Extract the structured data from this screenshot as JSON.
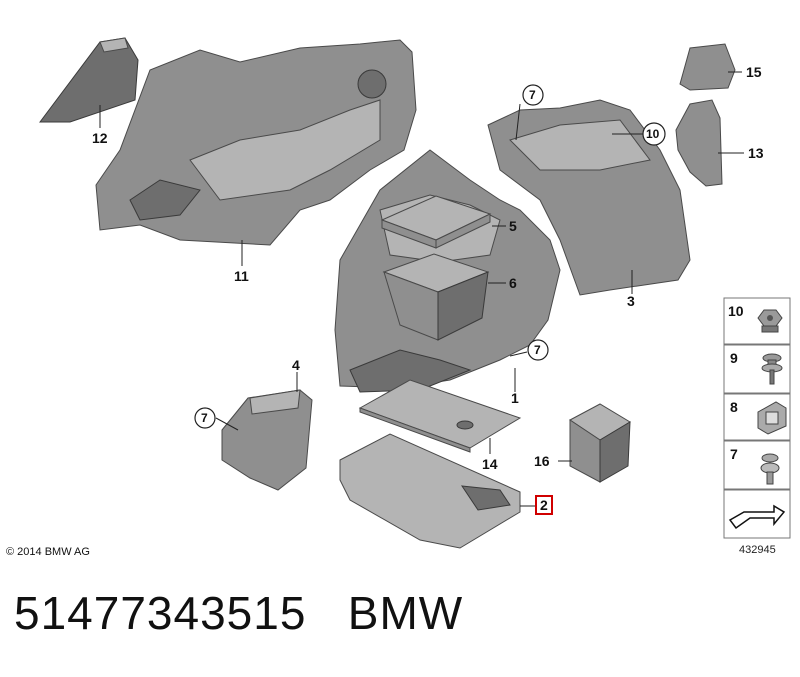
{
  "callouts": {
    "p1": "1",
    "p2": "2",
    "p3": "3",
    "p4": "4",
    "p5": "5",
    "p6": "6",
    "p11": "11",
    "p12": "12",
    "p13": "13",
    "p14": "14",
    "p15": "15",
    "p16": "16",
    "c7a": "7",
    "c7b": "7",
    "c7c": "7",
    "c10": "10"
  },
  "sidebar": {
    "items": [
      {
        "label": "10",
        "icon": "nut-clip-icon"
      },
      {
        "label": "9",
        "icon": "screw-washer-icon"
      },
      {
        "label": "8",
        "icon": "spring-clip-icon"
      },
      {
        "label": "7",
        "icon": "push-rivet-icon"
      }
    ],
    "arrow_icon": "arrow-icon"
  },
  "copyright": "© 2014 BMW AG",
  "diagram_number": "432945",
  "part_number": "51477343515",
  "brand": "BMW",
  "highlight_color": "#d00000"
}
